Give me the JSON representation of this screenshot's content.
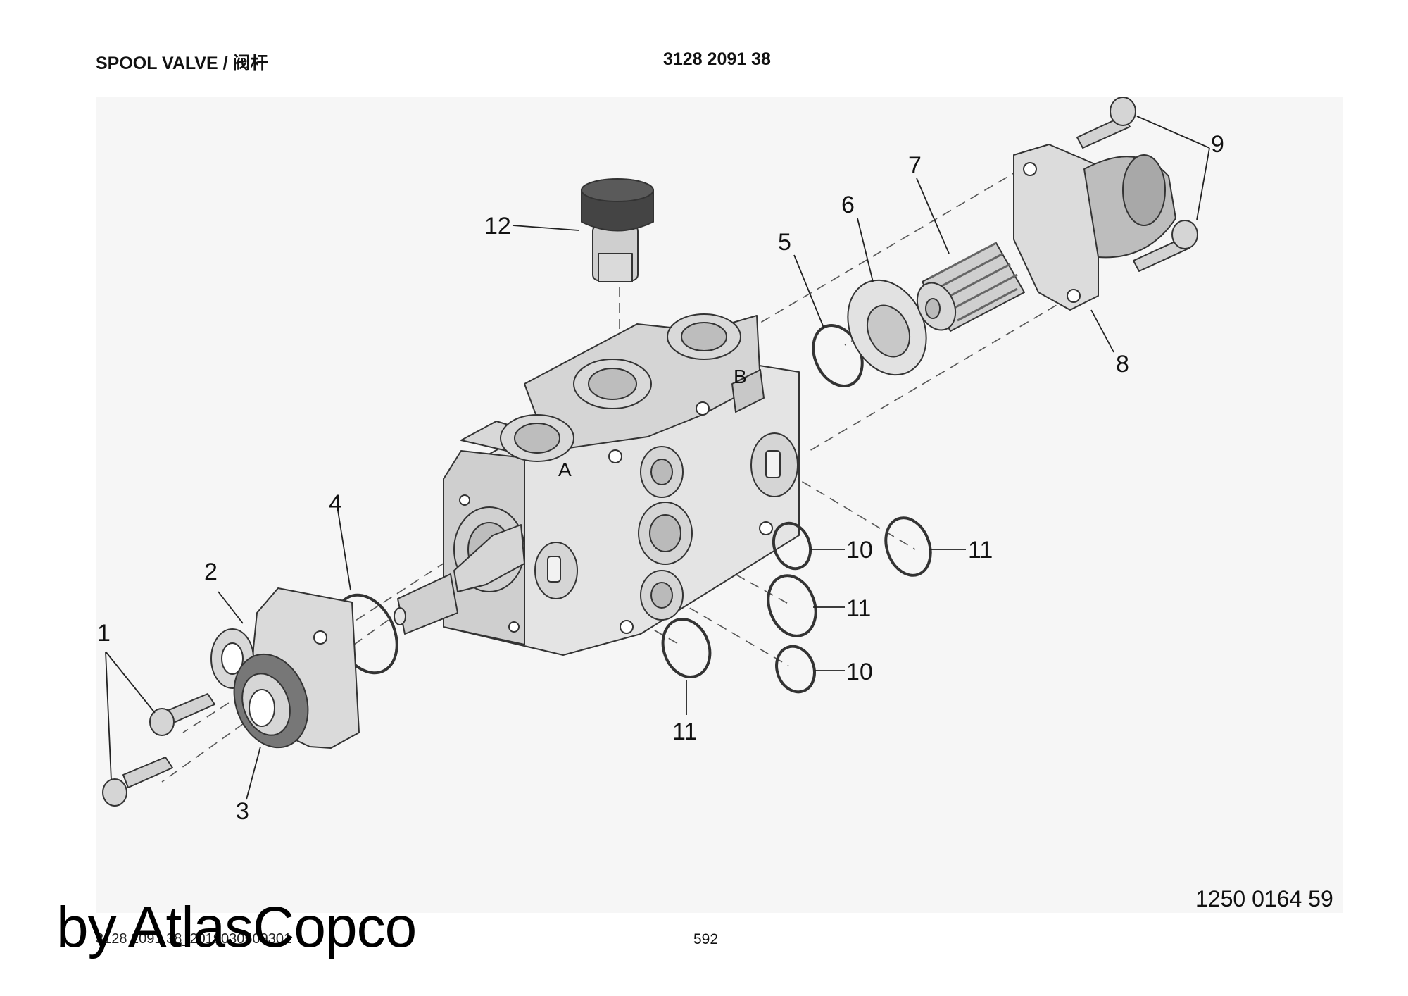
{
  "header": {
    "title": "SPOOL VALVE / 阀杆",
    "part_number": "3128 2091 38"
  },
  "drawing": {
    "callouts": {
      "c1": "1",
      "c2": "2",
      "c3": "3",
      "c4": "4",
      "c5": "5",
      "c6": "6",
      "c7": "7",
      "c8": "8",
      "c9": "9",
      "c10a": "10",
      "c10b": "10",
      "c11a": "11",
      "c11b": "11",
      "c11c": "11",
      "c12": "12"
    },
    "ports": {
      "a": "A",
      "b": "B"
    },
    "figure_number": "1250 0164 59"
  },
  "footer": {
    "file_ref": "3128 2091 38_2019030509301",
    "page": "592",
    "watermark": "by AtlasCopco"
  },
  "colors": {
    "part_fill": "#e4e4e4",
    "part_shade": "#c4c4c4",
    "outline": "#333333",
    "panel": "#f6f6f6"
  }
}
